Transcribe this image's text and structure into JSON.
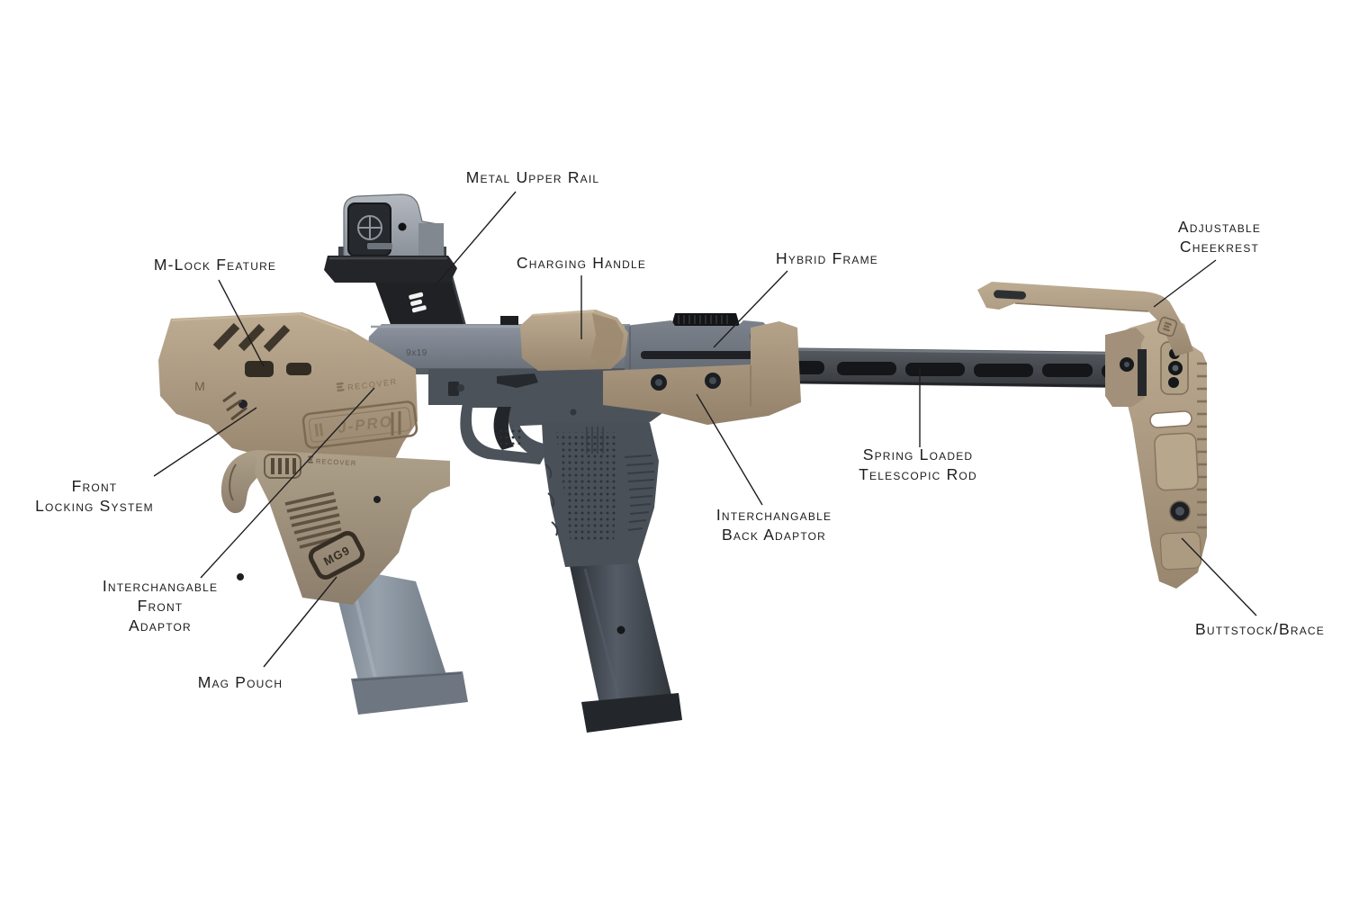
{
  "figure": {
    "type": "labeled-product-diagram",
    "subject": "pistol-to-carbine conversion kit, side view",
    "background": "#ffffff"
  },
  "labels": {
    "metal_upper_rail": {
      "lines": [
        "Metal Upper Rail"
      ]
    },
    "m_lock_feature": {
      "lines": [
        "M-Lock Feature"
      ]
    },
    "charging_handle": {
      "lines": [
        "Charging Handle"
      ]
    },
    "hybrid_frame": {
      "lines": [
        "Hybrid Frame"
      ]
    },
    "adjustable_cheekrest": {
      "lines": [
        "Adjustable",
        "Cheekrest"
      ]
    },
    "front_locking_system": {
      "lines": [
        "Front",
        "Locking System"
      ]
    },
    "interchangable_front_adaptor": {
      "lines": [
        "Interchangable",
        "Front",
        "Adaptor"
      ]
    },
    "mag_pouch": {
      "lines": [
        "Mag Pouch"
      ]
    },
    "interchangable_back_adaptor": {
      "lines": [
        "Interchangable",
        "Back Adaptor"
      ]
    },
    "spring_loaded_telescopic_rod": {
      "lines": [
        "Spring Loaded",
        "Telescopic Rod"
      ]
    },
    "buttstock_brace": {
      "lines": [
        "Buttstock/Brace"
      ]
    }
  },
  "markings": {
    "slide_caliber": "9x19",
    "chassis_brand": "RECOVER",
    "chassis_model": "J-PRO",
    "grip_brand": "RECOVER",
    "grip_model": "MG9",
    "mlok_mark": "M"
  },
  "colors": {
    "background": "#ffffff",
    "label_text": "#1c1c1c",
    "fde_tan": "#ab9880",
    "fde_tan_dark": "#8a7860",
    "slide_gray": "#7e8691",
    "polymer_gray": "#50565e",
    "rod_gray": "#3f4347",
    "black_parts": "#1f2124",
    "pouch_mag_gray": "#828c98"
  }
}
